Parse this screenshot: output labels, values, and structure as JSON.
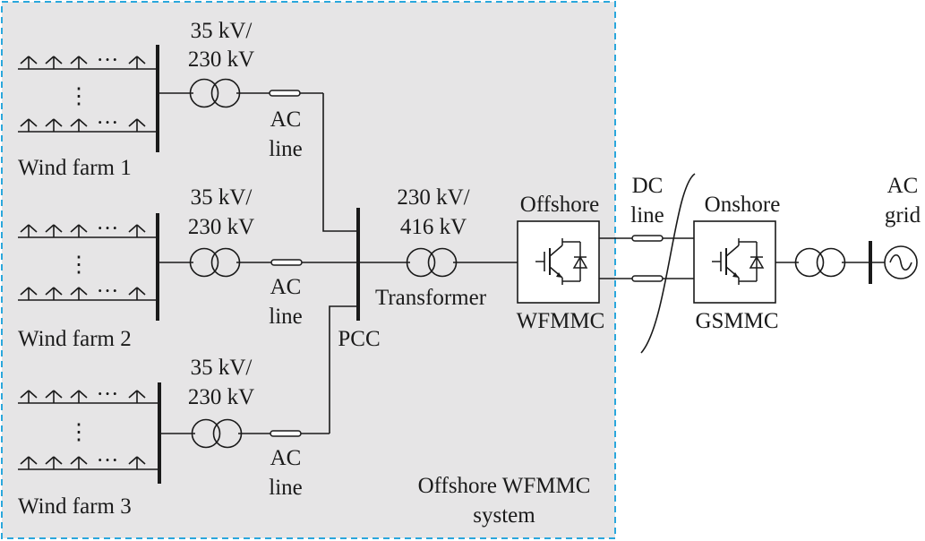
{
  "colors": {
    "region_fill": "#e6e5e6",
    "region_border": "#2aa7dc",
    "line": "#1a1a1a",
    "background": "#ffffff"
  },
  "wind_farms": [
    {
      "label": "Wind farm 1",
      "transformer_label_1": "35 kV/",
      "transformer_label_2": "230 kV",
      "line_label_1": "AC",
      "line_label_2": "line"
    },
    {
      "label": "Wind farm 2",
      "transformer_label_1": "35 kV/",
      "transformer_label_2": "230 kV",
      "line_label_1": "AC",
      "line_label_2": "line"
    },
    {
      "label": "Wind farm 3",
      "transformer_label_1": "35 kV/",
      "transformer_label_2": "230 kV",
      "line_label_1": "AC",
      "line_label_2": "line"
    }
  ],
  "turbine_ellipsis": "···",
  "vertical_ellipsis": "⋮",
  "pcc_label": "PCC",
  "main_transformer": {
    "label_1": "230 kV/",
    "label_2": "416 kV",
    "name": "Transformer"
  },
  "offshore_converter": {
    "top_label": "Offshore",
    "name": "WFMMC"
  },
  "dc_line": {
    "label_1": "DC",
    "label_2": "line"
  },
  "onshore_converter": {
    "top_label": "Onshore",
    "name": "GSMMC"
  },
  "ac_grid": {
    "label_1": "AC",
    "label_2": "grid"
  },
  "region": {
    "label_1": "Offshore WFMMC",
    "label_2": "system"
  },
  "icons": [
    "wind-turbine-icon",
    "transformer-icon",
    "ac-line-icon",
    "igbt-converter-icon",
    "ac-source-icon"
  ]
}
